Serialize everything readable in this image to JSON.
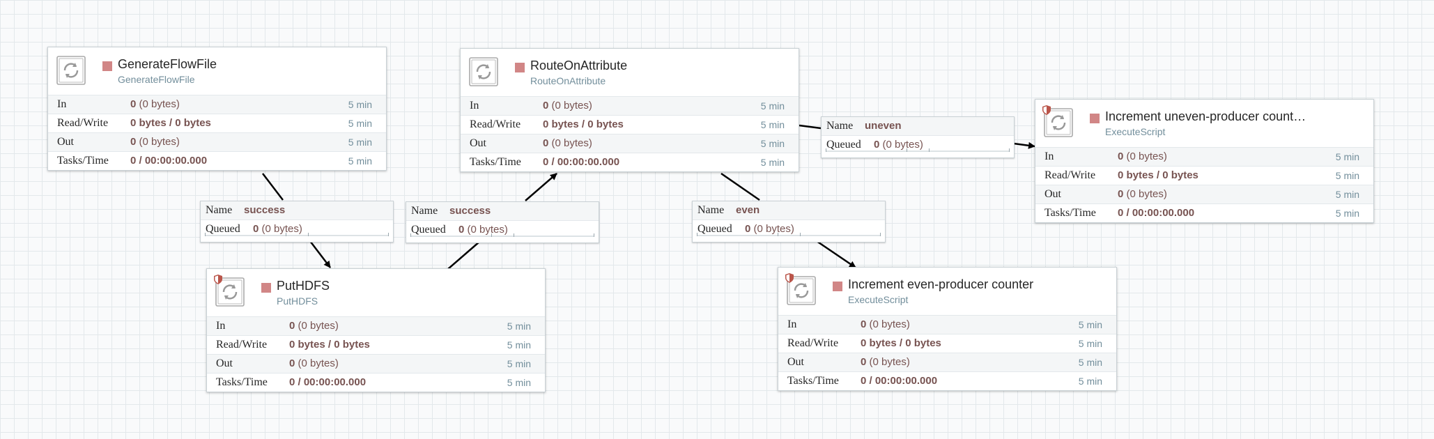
{
  "processors": [
    {
      "id": "gen",
      "name": "GenerateFlowFile",
      "type": "GenerateFlowFile",
      "shield": false,
      "in": {
        "count": "0",
        "size": "(0 bytes)"
      },
      "rw": "0 bytes / 0 bytes",
      "out": {
        "count": "0",
        "size": "(0 bytes)"
      },
      "tasks": "0 / 00:00:00.000",
      "time": "5 min"
    },
    {
      "id": "route",
      "name": "RouteOnAttribute",
      "type": "RouteOnAttribute",
      "shield": false,
      "in": {
        "count": "0",
        "size": "(0 bytes)"
      },
      "rw": "0 bytes / 0 bytes",
      "out": {
        "count": "0",
        "size": "(0 bytes)"
      },
      "tasks": "0 / 00:00:00.000",
      "time": "5 min"
    },
    {
      "id": "uneven",
      "name": "Increment uneven-producer count…",
      "type": "ExecuteScript",
      "shield": true,
      "in": {
        "count": "0",
        "size": "(0 bytes)"
      },
      "rw": "0 bytes / 0 bytes",
      "out": {
        "count": "0",
        "size": "(0 bytes)"
      },
      "tasks": "0 / 00:00:00.000",
      "time": "5 min"
    },
    {
      "id": "put",
      "name": "PutHDFS",
      "type": "PutHDFS",
      "shield": true,
      "in": {
        "count": "0",
        "size": "(0 bytes)"
      },
      "rw": "0 bytes / 0 bytes",
      "out": {
        "count": "0",
        "size": "(0 bytes)"
      },
      "tasks": "0 / 00:00:00.000",
      "time": "5 min"
    },
    {
      "id": "even",
      "name": "Increment even-producer counter",
      "type": "ExecuteScript",
      "shield": true,
      "in": {
        "count": "0",
        "size": "(0 bytes)"
      },
      "rw": "0 bytes / 0 bytes",
      "out": {
        "count": "0",
        "size": "(0 bytes)"
      },
      "tasks": "0 / 00:00:00.000",
      "time": "5 min"
    }
  ],
  "labels": {
    "in": "In",
    "rw": "Read/Write",
    "out": "Out",
    "tasks": "Tasks/Time",
    "name": "Name",
    "queued": "Queued"
  },
  "connections": [
    {
      "id": "c-success-1",
      "name": "success",
      "queued": {
        "count": "0",
        "size": "(0 bytes)"
      }
    },
    {
      "id": "c-success-2",
      "name": "success",
      "queued": {
        "count": "0",
        "size": "(0 bytes)"
      }
    },
    {
      "id": "c-uneven",
      "name": "uneven",
      "queued": {
        "count": "0",
        "size": "(0 bytes)"
      }
    },
    {
      "id": "c-even",
      "name": "even",
      "queued": {
        "count": "0",
        "size": "(0 bytes)"
      }
    }
  ],
  "colors": {
    "state": "#d18686",
    "value": "#775351",
    "muted": "#728e9b",
    "edge": "#000000",
    "shield": "#ba554a"
  }
}
